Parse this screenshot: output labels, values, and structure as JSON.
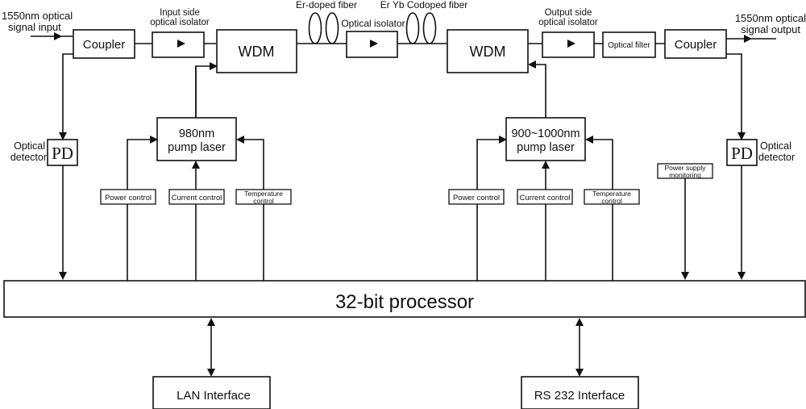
{
  "labels": {
    "input_signal": [
      "1550nm optical",
      "signal  input"
    ],
    "output_signal": [
      "1550nm  optical",
      "signal  output"
    ],
    "input_isolator_caption": [
      "Input side",
      "optical isolator"
    ],
    "output_isolator_caption": [
      "Output side",
      "optical isolator"
    ],
    "er_doped_fiber": "Er-doped fiber",
    "er_yb_fiber": "Er Yb Codoped fiber",
    "optical_isolator": "Optical isolator",
    "optical_filter": "Optical filter",
    "coupler_left": "Coupler",
    "coupler_right": "Coupler",
    "wdm_left": "WDM",
    "wdm_right": "WDM",
    "pump_left": [
      "980nm",
      "pump laser"
    ],
    "pump_right": [
      "900~1000nm",
      "pump laser"
    ],
    "pd_left": "PD",
    "pd_right": "PD",
    "detector_left": [
      "Optical",
      "detector"
    ],
    "detector_right": [
      "Optical",
      "detector"
    ],
    "power_control_left": "Power control",
    "current_control_left": "Current control",
    "temperature_control_left": [
      "Temperature",
      "control"
    ],
    "power_control_right": "Power control",
    "current_control_right": "Current control",
    "temperature_control_right": [
      "Temperature",
      "control"
    ],
    "power_supply_monitoring": [
      "Power supply",
      "monitoring"
    ],
    "processor": "32-bit processor",
    "lan_interface": "LAN Interface",
    "rs232_interface": "RS 232 Interface"
  }
}
